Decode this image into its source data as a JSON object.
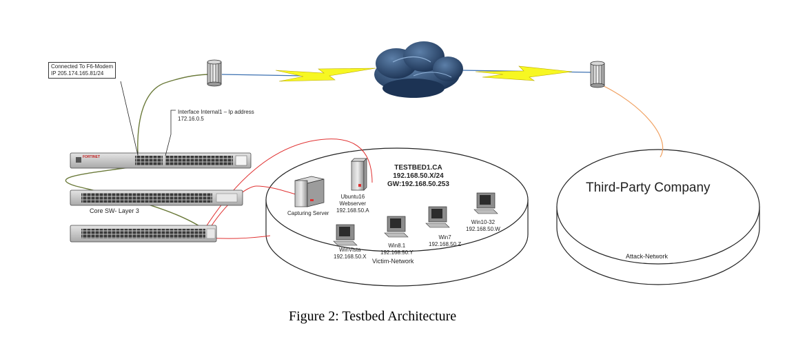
{
  "labels": {
    "modem_note": [
      "Connected To F6-Modem",
      "IP 205.174.165.81/24"
    ],
    "interface_note": [
      "Interface Internal1 – Ip address",
      "172.16.0.5"
    ],
    "core_switch": "Core SW- Layer 3",
    "testbed_info": [
      "TESTBED1.CA",
      "192.168.50.X/24",
      "GW:192.168.50.253"
    ],
    "ubuntu": [
      "Ubuntu16",
      "Webserver",
      "192.168.50.A"
    ],
    "capturing_server": "Capturing Server",
    "winvista": [
      "WinVista",
      "192.168.50.X"
    ],
    "win81": [
      "Win8.1",
      "192.168.50.Y"
    ],
    "win7": [
      "Win7",
      "192.168.50.Z"
    ],
    "win10": [
      "Win10-32",
      "192.168.50.W"
    ],
    "victim_network": "Victim-Network",
    "third_party": "Third-Party Company",
    "attack_network": "Attack-Network",
    "firewall_brand": "FORTINET"
  },
  "caption": "Figure 2: Testbed Architecture",
  "colors": {
    "cloud": "#243e63",
    "lightning": "#f7f722",
    "red_link": "#e03030",
    "orange_link": "#f0a060",
    "green_link": "#6b7a3a",
    "blue_link": "#3a6fb0"
  }
}
